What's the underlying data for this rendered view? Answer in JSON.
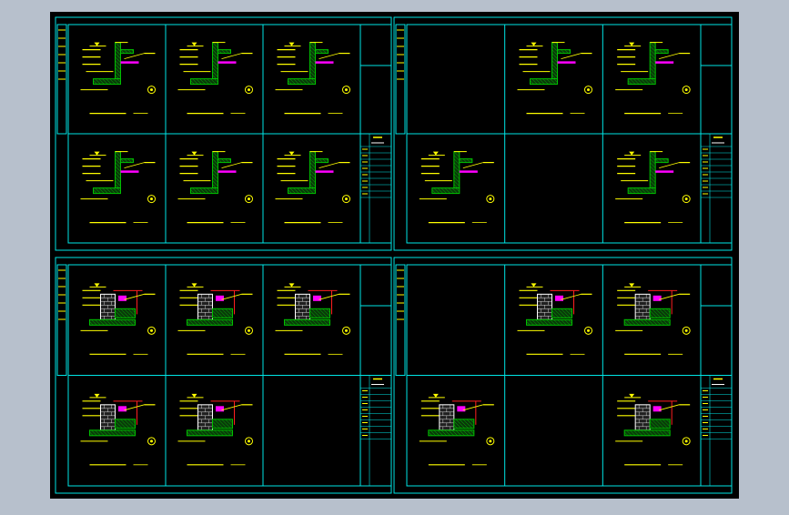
{
  "viewer": {
    "background": "#b7c0cc",
    "canvas": "#000000",
    "frame": "#00e5e5"
  },
  "colors": {
    "cyan": "#00e5e5",
    "yellow": "#ffff00",
    "green": "#00c000",
    "magenta": "#ff00ff",
    "red": "#ff2020",
    "white": "#ffffff"
  },
  "sheets": [
    {
      "id": "top-left",
      "panels": 6
    },
    {
      "id": "top-right",
      "panels": 4
    },
    {
      "id": "bottom-left",
      "panels": 5
    },
    {
      "id": "bottom-right",
      "panels": 4
    }
  ],
  "scale_label": "1:75"
}
